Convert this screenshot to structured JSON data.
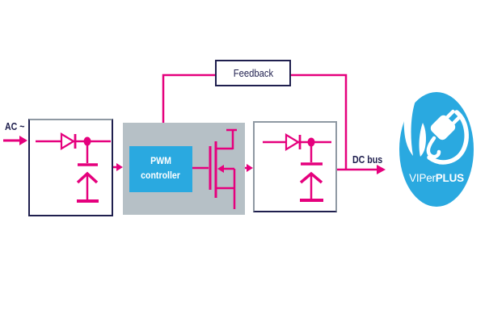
{
  "labels": {
    "ac": "AC ~",
    "dc_bus": "DC bus",
    "feedback": "Feedback",
    "pwm_line1": "PWM",
    "pwm_line2": "controller"
  },
  "logo": {
    "name_regular": "VIPer",
    "name_bold": "PLUS"
  },
  "colors": {
    "magenta": "#e5007d",
    "navy": "#1f1f4e",
    "block_gray": "#b6c0c6",
    "logo_blue": "#2aa9e0",
    "border_gray": "#8f99a3",
    "background": "#ffffff"
  }
}
